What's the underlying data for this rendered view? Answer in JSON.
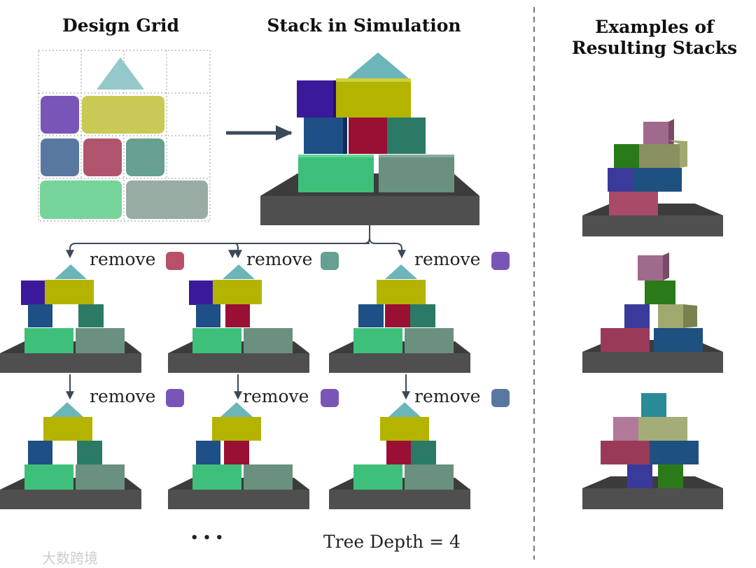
{
  "titles": {
    "design_grid": "Design Grid",
    "stack_in_simulation": "Stack in Simulation",
    "examples": "Examples of Resulting Stacks"
  },
  "remove_label": "remove",
  "ellipsis": "• • •",
  "tree_depth": "Tree Depth = 4",
  "watermark": "大数跨境",
  "colors": {
    "platform": "#4a4a4a",
    "purple": "#3a1a9a",
    "yellow": "#b3b300",
    "blue": "#1e4f86",
    "red": "#9a1035",
    "teal": "#2a7a66",
    "green": "#3fc07a",
    "gray": "#6a9080",
    "triangle": "#6cb5b8"
  }
}
